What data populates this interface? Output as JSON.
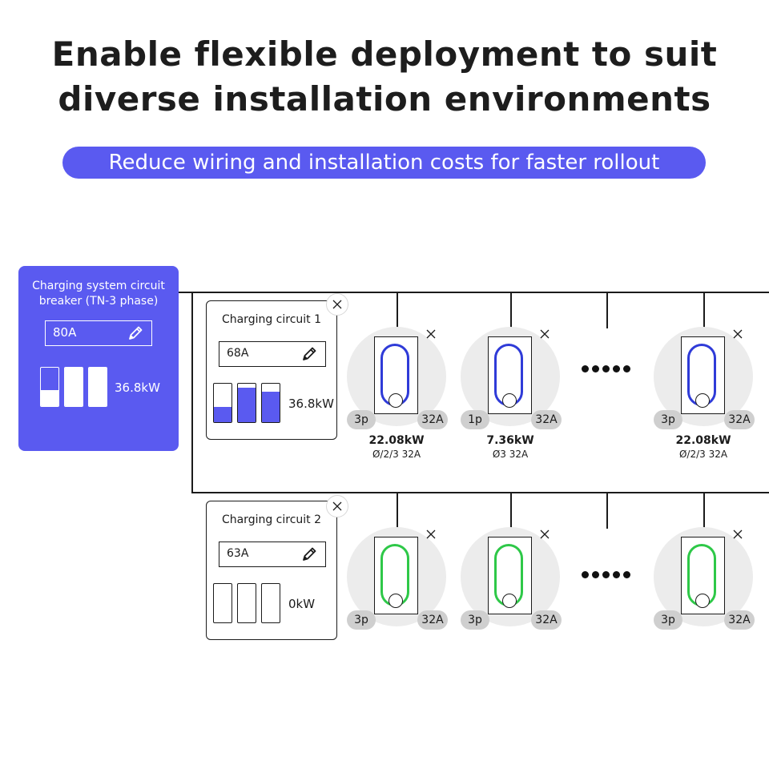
{
  "title": {
    "line1": "Enable flexible deployment to suit",
    "line2": "diverse installation environments"
  },
  "subtitle": "Reduce wiring and installation costs for faster rollout",
  "colors": {
    "accent": "#5a5af0",
    "active_ring_blue": "#2f3bd8",
    "active_ring_green": "#2ec848",
    "badge_grey": "#cfcfcf",
    "charger_bg": "#ececec"
  },
  "breaker": {
    "title_line1": "Charging system circuit",
    "title_line2": "breaker (TN-3 phase)",
    "value": "80A",
    "edit_icon": "pencil-icon",
    "phase_fill": [
      0.42,
      1.0,
      1.0
    ],
    "power": "36.8kW"
  },
  "circuits": [
    {
      "title": "Charging circuit 1",
      "value": "68A",
      "phase_fill": [
        0.4,
        0.9,
        0.8
      ],
      "power": "36.8kW",
      "chargers": [
        {
          "phase": "3p",
          "amps": "32A",
          "ring": "blue",
          "kw": "22.08kW",
          "sub": "Ø/2/3 32A"
        },
        {
          "phase": "1p",
          "amps": "32A",
          "ring": "blue",
          "kw": "7.36kW",
          "sub": "Ø3 32A"
        },
        {
          "phase": "3p",
          "amps": "32A",
          "ring": "blue",
          "kw": "22.08kW",
          "sub": "Ø/2/3 32A"
        }
      ]
    },
    {
      "title": "Charging circuit 2",
      "value": "63A",
      "phase_fill": [
        0,
        0,
        0
      ],
      "power": "0kW",
      "chargers": [
        {
          "phase": "3p",
          "amps": "32A",
          "ring": "green"
        },
        {
          "phase": "3p",
          "amps": "32A",
          "ring": "green"
        },
        {
          "phase": "3p",
          "amps": "32A",
          "ring": "green"
        }
      ]
    }
  ]
}
